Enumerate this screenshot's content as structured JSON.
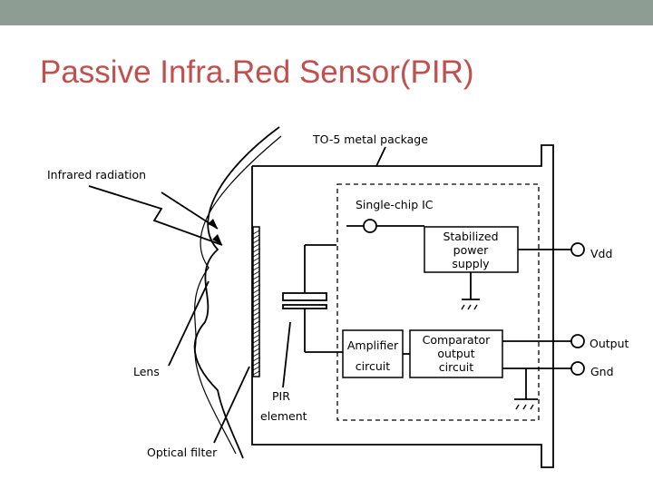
{
  "slide": {
    "title": "Passive Infra.Red Sensor(PIR)",
    "topbar_color": "#8e9d93",
    "title_color": "#c0504d"
  },
  "diagram": {
    "package_label": "TO-5  metal package",
    "radiation_label": "Infrared radiation",
    "ic_label": "Single-chip IC",
    "power_supply_label": [
      "Stabilized",
      "power",
      "supply"
    ],
    "amplifier_label": [
      "Amplifier",
      "circuit"
    ],
    "comparator_label": [
      "Comparator",
      "output",
      "circuit"
    ],
    "vdd_label": "Vdd",
    "output_label": "Output",
    "gnd_label": "Gnd",
    "lens_label": "Lens",
    "pir_label": [
      "PIR",
      "element"
    ],
    "filter_label": "Optical filter"
  }
}
